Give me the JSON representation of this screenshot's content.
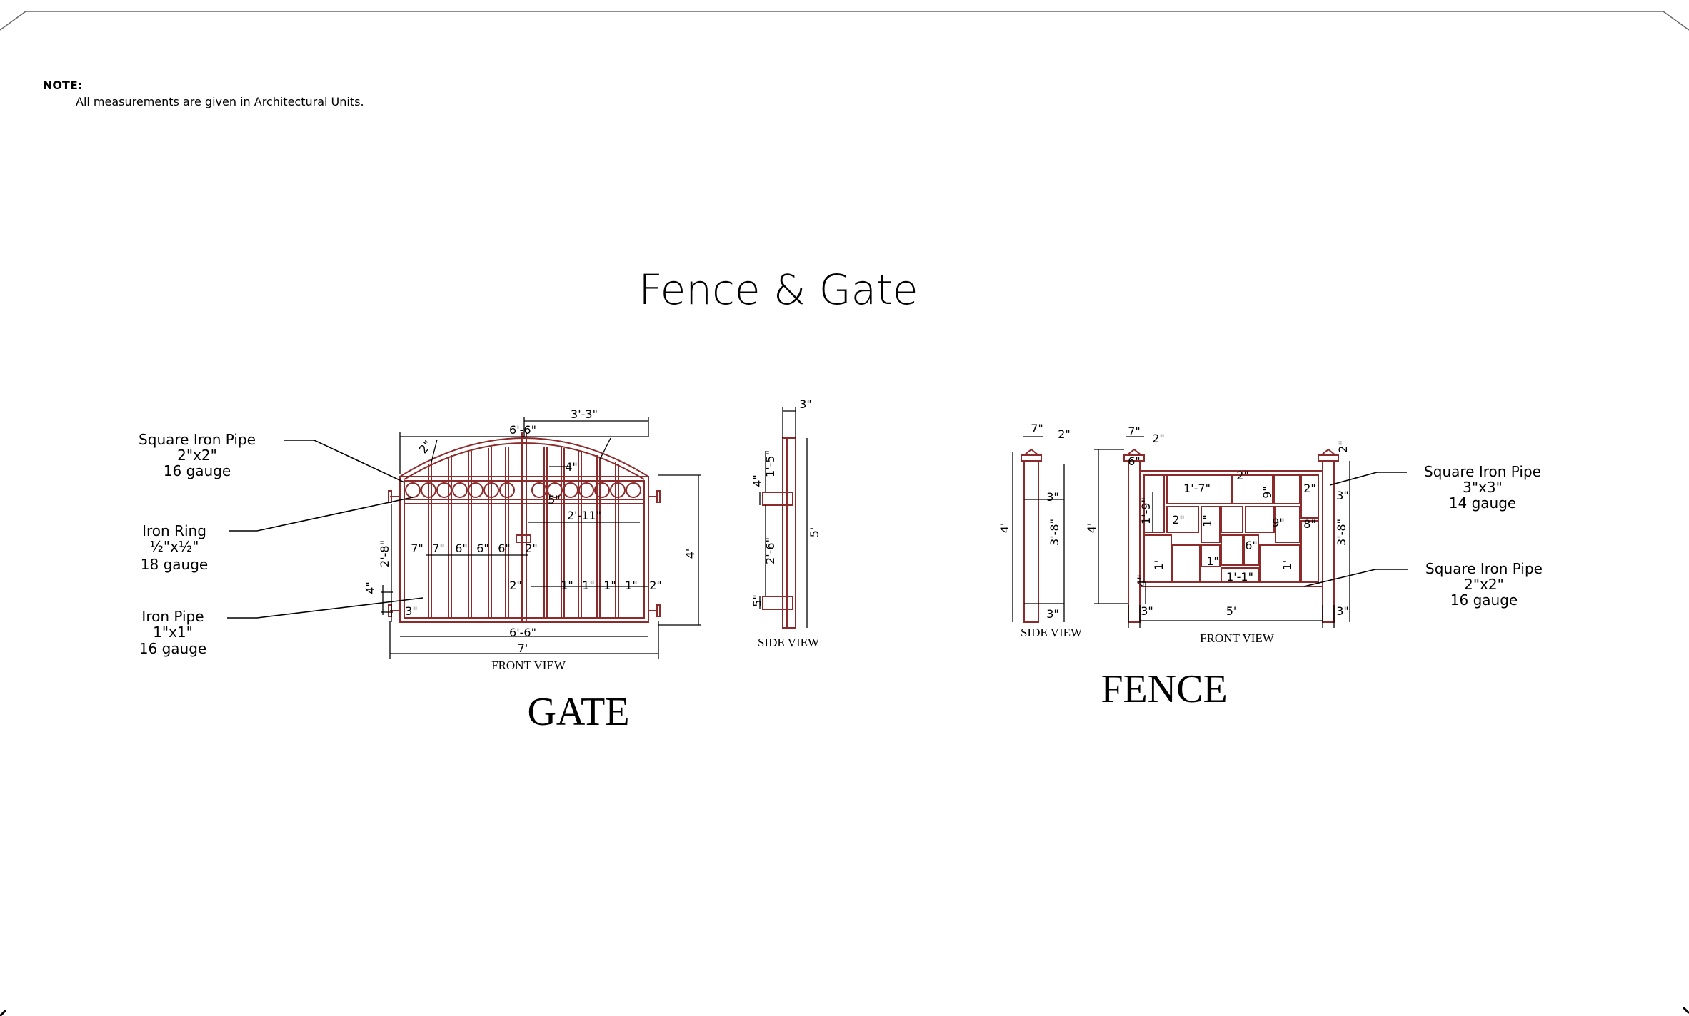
{
  "note": {
    "label": "NOTE:",
    "text": "All measurements are given in Architectural Units."
  },
  "title": "Fence & Gate",
  "gate": {
    "title": "GATE",
    "front_view_label": "FRONT VIEW",
    "side_view_label": "SIDE VIEW",
    "callouts": [
      {
        "name": "Square Iron Pipe",
        "size": "2\"x2\"",
        "gauge": "16 gauge"
      },
      {
        "name": "Iron Ring",
        "size": "½\"x½\"",
        "gauge": "18 gauge"
      },
      {
        "name": "Iron Pipe",
        "size": "1\"x1\"",
        "gauge": "16 gauge"
      }
    ],
    "dims": {
      "half_width": "3'-3\"",
      "arch_width": "6'-6\"",
      "bottom_width": "6'-6\"",
      "total_width": "7'",
      "height": "4'",
      "inner_height": "2'-8\"",
      "ring_offset": "4\"",
      "ring_span": "2'-11\"",
      "arch_radius": "2\"",
      "left_spacings": [
        "7\"",
        "7\"",
        "6\"",
        "6\"",
        "6\"",
        "2\""
      ],
      "right_spacings": [
        "2\"",
        "1\"",
        "1\"",
        "1\"",
        "1\"",
        "2\""
      ],
      "left_small": "4\"",
      "bottom_small": "3\"",
      "ring_small": "5\""
    },
    "side_dims": {
      "top": "3\"",
      "upper": "1'-5\"",
      "hinge": "4\"",
      "middle": "2'-6\"",
      "bottom": "5\"",
      "total": "5'"
    }
  },
  "fence": {
    "title": "FENCE",
    "front_view_label": "FRONT VIEW",
    "side_view_label": "SIDE VIEW",
    "callouts": [
      {
        "name": "Square Iron Pipe",
        "size": "3\"x3\"",
        "gauge": "14 gauge"
      },
      {
        "name": "Square Iron Pipe",
        "size": "2\"x2\"",
        "gauge": "16 gauge"
      }
    ],
    "dims": {
      "cap_width": "7\"",
      "cap_top": "2\"",
      "post_width": "6\"",
      "height": "4'",
      "span": "5'",
      "left_post": "3\"",
      "right_post": "3\"",
      "inner_height": "3'-8\"",
      "panel_top": "1'-7\"",
      "panel_2": "2\"",
      "panel_9": "9\"",
      "panel_2b": "2\"",
      "left_height": "1'-9\"",
      "small_2": "2\"",
      "small_1": "1\"",
      "small_9": "9\"",
      "small_8": "8\"",
      "small_6": "6\"",
      "bottom_11": "1'-1\"",
      "left_1": "1'",
      "right_1": "1'",
      "inner_1": "1\"",
      "bottom_small": "4\"",
      "right_3": "3\"",
      "right_3_8": "3'-8\""
    },
    "side_dims": {
      "cap": "7\"",
      "cap_top": "2\"",
      "height": "4'",
      "inner": "3'-8\"",
      "top": "3\"",
      "bottom": "3\""
    }
  },
  "colors": {
    "metal": "#8b2b2b",
    "line": "#000000"
  }
}
